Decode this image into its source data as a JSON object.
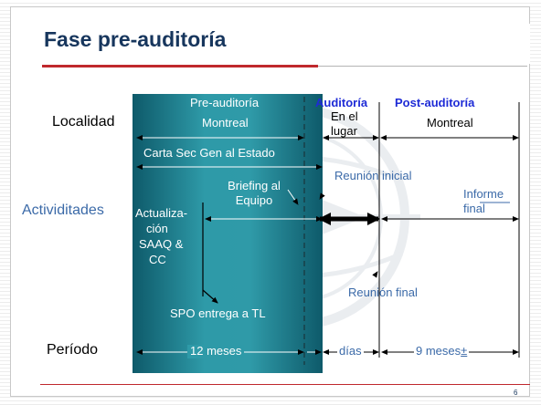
{
  "slide": {
    "title": "Fase pre-auditoría",
    "page_number": "6"
  },
  "rows": {
    "localidad": "Localidad",
    "actividades": "Actividitades",
    "periodo": "Período"
  },
  "phases": {
    "pre": "Pre-auditoría",
    "auditoria": "Auditoría",
    "post": "Post-auditoría"
  },
  "locations": {
    "pre": "Montreal",
    "auditoria_line1": "En el",
    "auditoria_line2": "lugar",
    "post": "Montreal"
  },
  "activities": {
    "carta": "Carta Sec Gen al Estado",
    "briefing_line1": "Briefing al",
    "briefing_line2": "Equipo",
    "actualizacion_lines": [
      "Actualiza-",
      "ción",
      "SAAQ &",
      "CC"
    ],
    "spo": "SPO entrega a TL",
    "reunion_inicial": "Reunión inicial",
    "reunion_final": "Reunión final",
    "informe_line1": "Informe",
    "informe_line2": "final"
  },
  "periods": {
    "pre": "12 meses",
    "auditoria": "días",
    "post_value": "9 meses",
    "post_suffix": "±"
  },
  "colors": {
    "title": "#17365d",
    "accent_red": "#c0282d",
    "block_teal": "#2e9aa8",
    "phase_heading": "#1e2bd6",
    "blue_label": "#3b6aa8"
  }
}
